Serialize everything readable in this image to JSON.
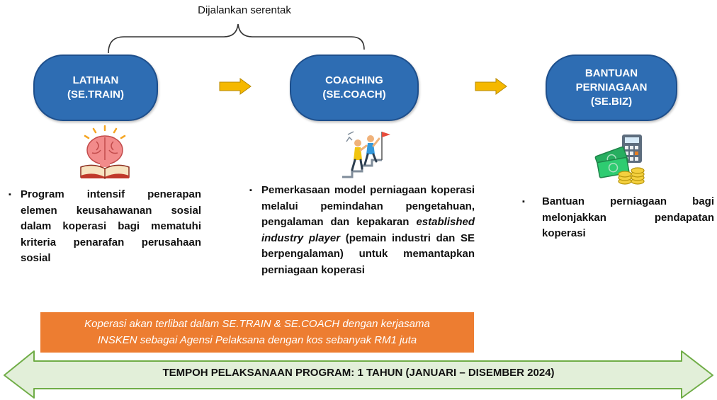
{
  "diagram": {
    "brace_label": "Dijalankan serentak",
    "stages": [
      {
        "lines": [
          "LATIHAN",
          "(SE.TRAIN)"
        ]
      },
      {
        "lines": [
          "COACHING",
          "(SE.COACH)"
        ]
      },
      {
        "lines": [
          "BANTUAN",
          "PERNIAGAAN",
          "(SE.BIZ)"
        ]
      }
    ],
    "icons": [
      "brain-book-icon",
      "teamwork-stairs-icon",
      "money-calculator-icon"
    ],
    "bullets": {
      "train": "Program intensif penerapan elemen keusahawanan sosial dalam koperasi bagi mematuhi kriteria penarafan perusahaan sosial",
      "coach_part1": "Pemerkasaan model perniagaan koperasi melalui pemindahan pengetahuan, pengalaman dan kepakaran ",
      "coach_italic": "established industry player",
      "coach_part2": " (pemain industri dan SE berpengalaman) untuk memantapkan perniagaan koperasi",
      "biz": "Bantuan perniagaan bagi melonjakkan pendapatan koperasi"
    },
    "bullet_symbol": "▪",
    "note": {
      "line1": "Koperasi akan terlibat dalam SE.TRAIN & SE.COACH dengan kerjasama",
      "line2": "INSKEN sebagai Agensi Pelaksana dengan kos sebanyak RM1 juta"
    },
    "timeline": "TEMPOH PELAKSANAAN PROGRAM: 1 TAHUN (JANUARI – DISEMBER 2024)",
    "colors": {
      "stage_fill": "#2e6db3",
      "arrow_gold": "#f5b800",
      "note_orange": "#ed7d31",
      "timeline_green": "#e2efd9",
      "timeline_border": "#70ad47"
    }
  }
}
